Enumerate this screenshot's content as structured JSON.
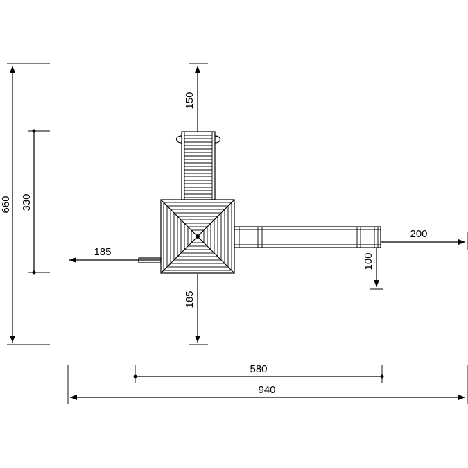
{
  "dimensions": {
    "overall_height": "660",
    "platform_depth": "330",
    "left_extension": "185",
    "ladder_clearance": "150",
    "bottom_clearance": "185",
    "slide_clearance": "200",
    "slide_height": "100",
    "platform_span": "580",
    "overall_width": "940"
  }
}
